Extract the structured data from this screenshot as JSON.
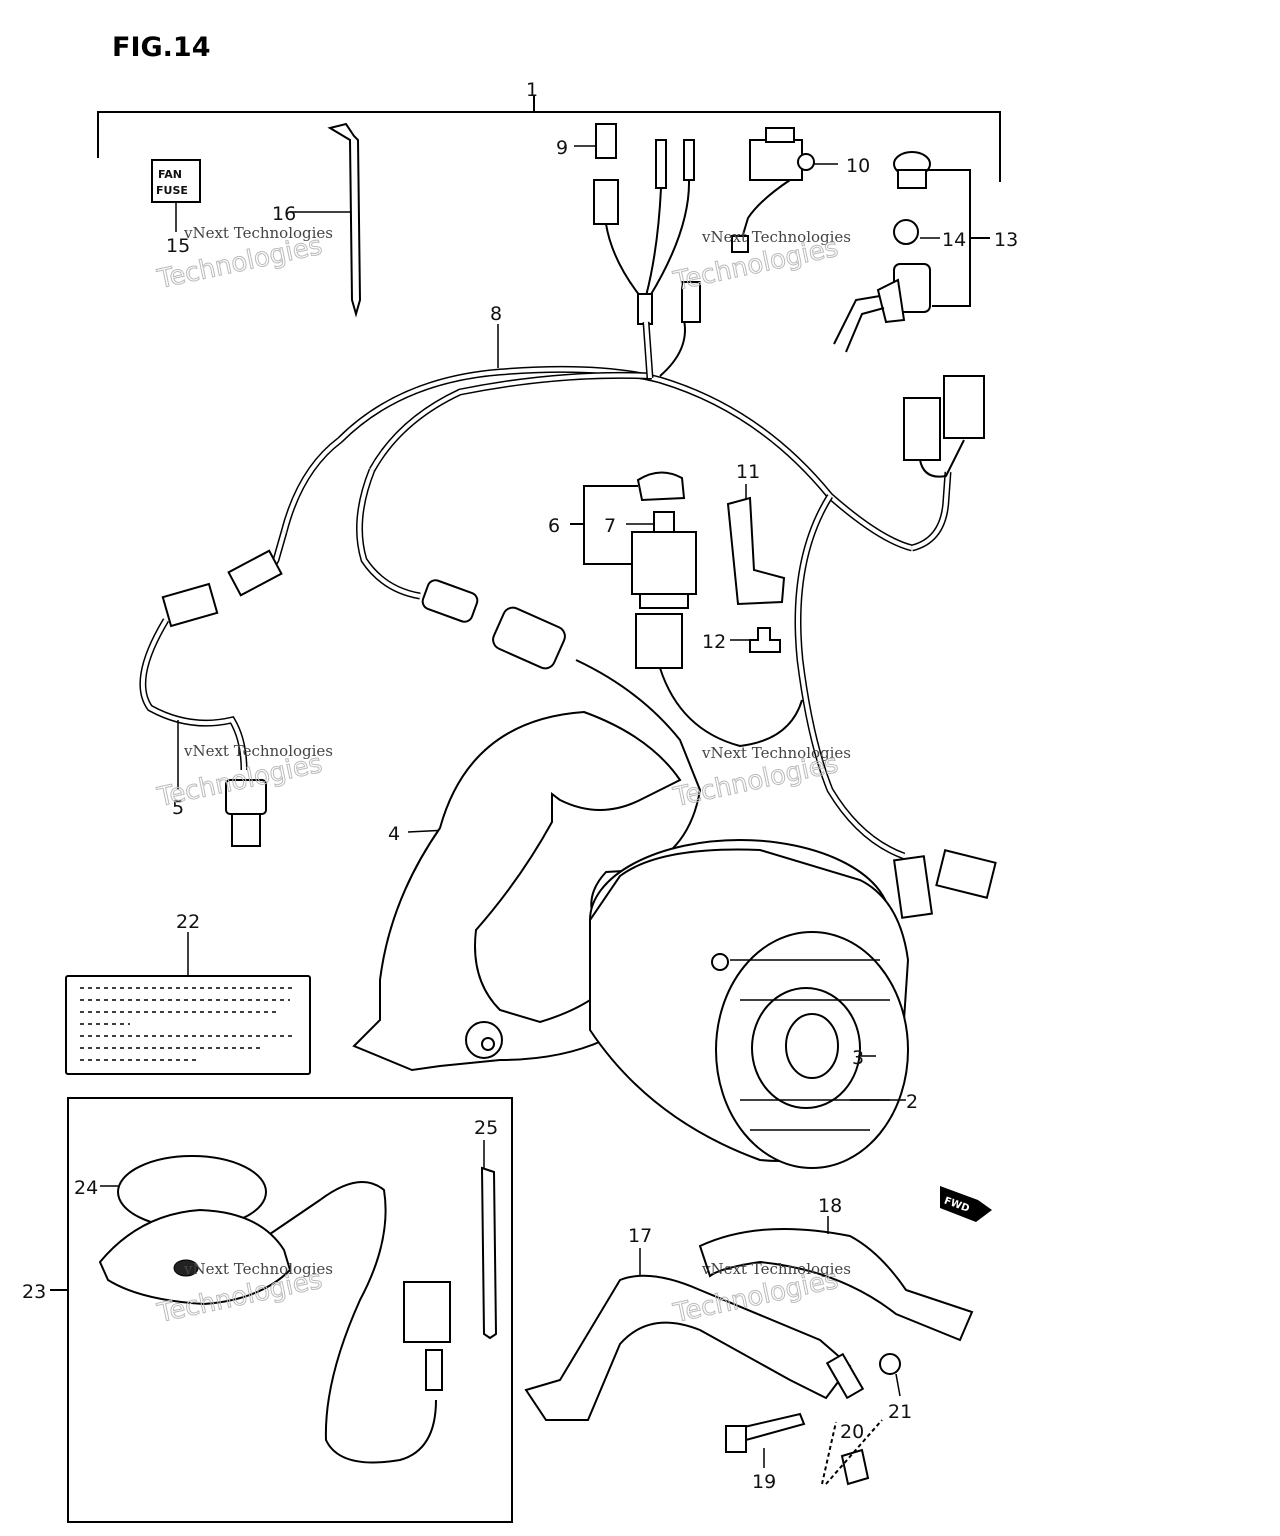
{
  "figure": {
    "title": "FIG.14"
  },
  "fuse_label": {
    "line1": "FAN",
    "line2": "FUSE"
  },
  "arrow_label": "FWD",
  "watermark": {
    "line1": "vNext Technologies",
    "line2": "Technologies"
  },
  "callouts": [
    {
      "num": "1",
      "part": "fan-wiring-set"
    },
    {
      "num": "2",
      "part": "fan-motor"
    },
    {
      "num": "3",
      "part": "fan-nut"
    },
    {
      "num": "4",
      "part": "fan-shroud"
    },
    {
      "num": "5",
      "part": "thermo-switch"
    },
    {
      "num": "6",
      "part": "relay-assembly"
    },
    {
      "num": "7",
      "part": "relay"
    },
    {
      "num": "8",
      "part": "main-harness"
    },
    {
      "num": "9",
      "part": "fuse"
    },
    {
      "num": "10",
      "part": "indicator-switch"
    },
    {
      "num": "11",
      "part": "relay-bracket"
    },
    {
      "num": "12",
      "part": "bracket-screw"
    },
    {
      "num": "13",
      "part": "lamp-socket-assembly"
    },
    {
      "num": "14",
      "part": "bulb"
    },
    {
      "num": "15",
      "part": "fuse-label"
    },
    {
      "num": "16",
      "part": "cable-tie"
    },
    {
      "num": "17",
      "part": "fan-bracket-left"
    },
    {
      "num": "18",
      "part": "fan-bracket-right"
    },
    {
      "num": "19",
      "part": "bolt"
    },
    {
      "num": "20",
      "part": "spacer"
    },
    {
      "num": "21",
      "part": "washer"
    },
    {
      "num": "22",
      "part": "caution-label"
    },
    {
      "num": "23",
      "part": "thermo-sensor-assembly"
    },
    {
      "num": "24",
      "part": "gasket"
    },
    {
      "num": "25",
      "part": "clamp"
    }
  ],
  "colors": {
    "ink": "#000000",
    "paper": "#ffffff",
    "watermark": "#bbbbbb"
  }
}
